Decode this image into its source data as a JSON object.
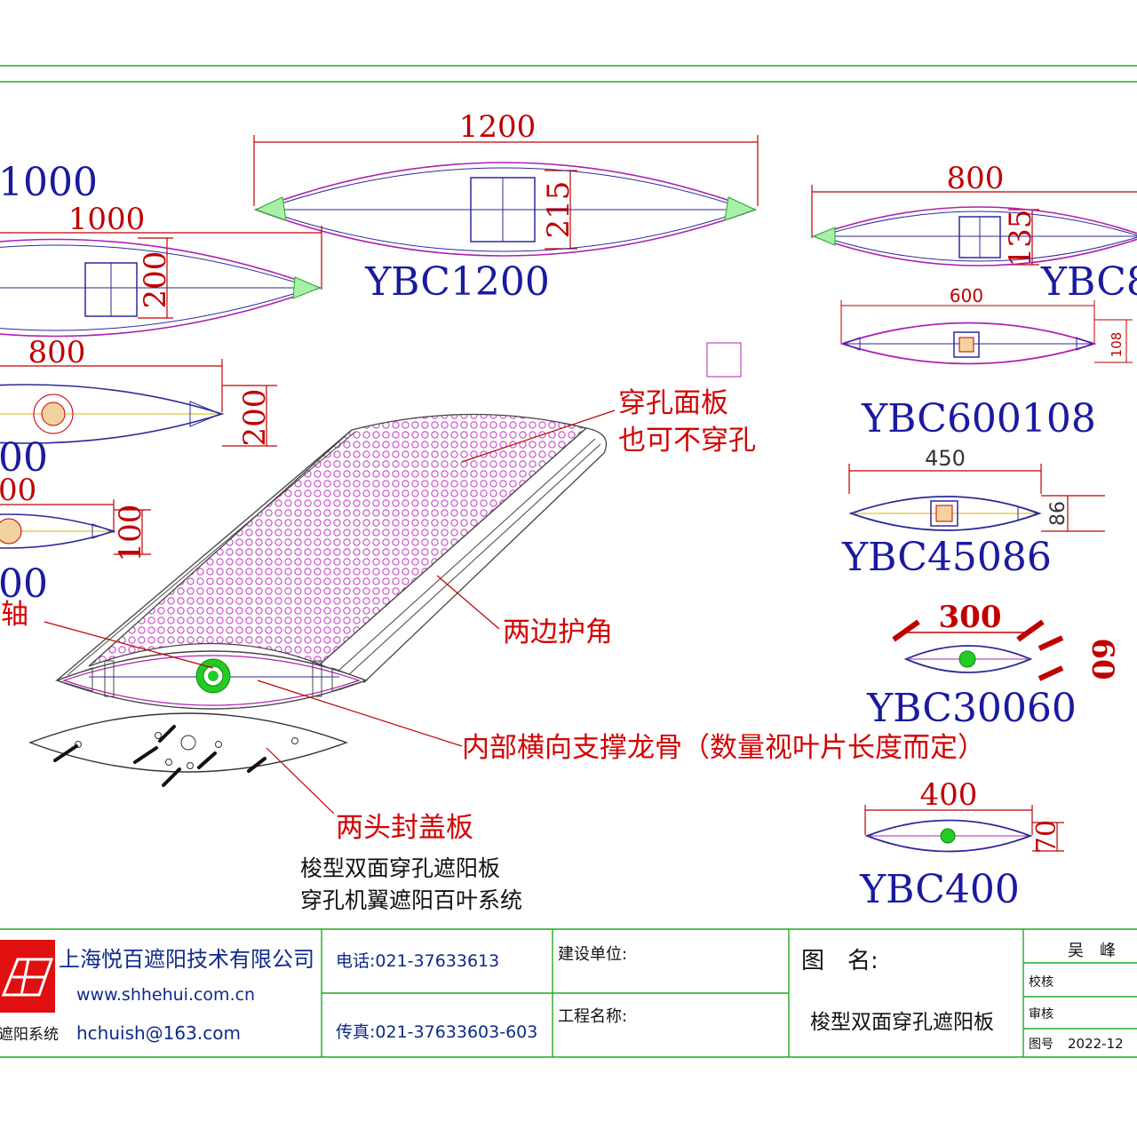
{
  "profiles": {
    "ybc1000": {
      "width": "1000",
      "height": "200",
      "model": "1000"
    },
    "ybc1200": {
      "width": "1200",
      "height": "215",
      "model": "YBC1200"
    },
    "ybc800": {
      "width": "800",
      "height": "135",
      "model": "YBC8"
    },
    "ybc600108": {
      "width": "600",
      "height": "108",
      "model": "YBC600108"
    },
    "left800": {
      "width": "800",
      "height": "200",
      "model": "00"
    },
    "left400": {
      "width": "00",
      "height": "100",
      "model": "00"
    },
    "ybc45086": {
      "width": "450",
      "height": "86",
      "model": "YBC45086"
    },
    "ybc30060": {
      "width": "300",
      "height": "60",
      "model": "YBC30060"
    },
    "ybc400": {
      "width": "400",
      "height": "70",
      "model": "YBC400"
    }
  },
  "annotations": {
    "perforated_panel_1": "穿孔面板",
    "perforated_panel_2": "也可不穿孔",
    "edge_corners": "两边护角",
    "center_axis": "中轴",
    "inner_keel": "内部横向支撑龙骨（数量视叶片长度而定）",
    "end_caps": "两头封盖板",
    "caption_1": "梭型双面穿孔遮阳板",
    "caption_2": "穿孔机翼遮阳百叶系统"
  },
  "title_block": {
    "company": "上海悦百遮阳技术有限公司",
    "website": "www.shhehui.com.cn",
    "email": "hchuish@163.com",
    "logo_text": "遮阳系统",
    "phone": "电话:021-37633613",
    "fax": "传真:021-37633603-603",
    "client_label": "建设单位:",
    "project_label": "工程名称:",
    "drawing_name_label": "图　名:",
    "drawing_name": "梭型双面穿孔遮阳板",
    "designer": "吴　峰",
    "check_label": "校核",
    "review_label": "审核",
    "drawing_no_label": "图号",
    "drawing_no": "2022-12"
  },
  "colors": {
    "dimension": "#c00000",
    "model_label": "#1a1aa0",
    "note": "#d40000",
    "frame": "#22aa22",
    "outline": "#2a2a9a",
    "magenta": "#b020b0",
    "accent_green": "#22cc22"
  }
}
